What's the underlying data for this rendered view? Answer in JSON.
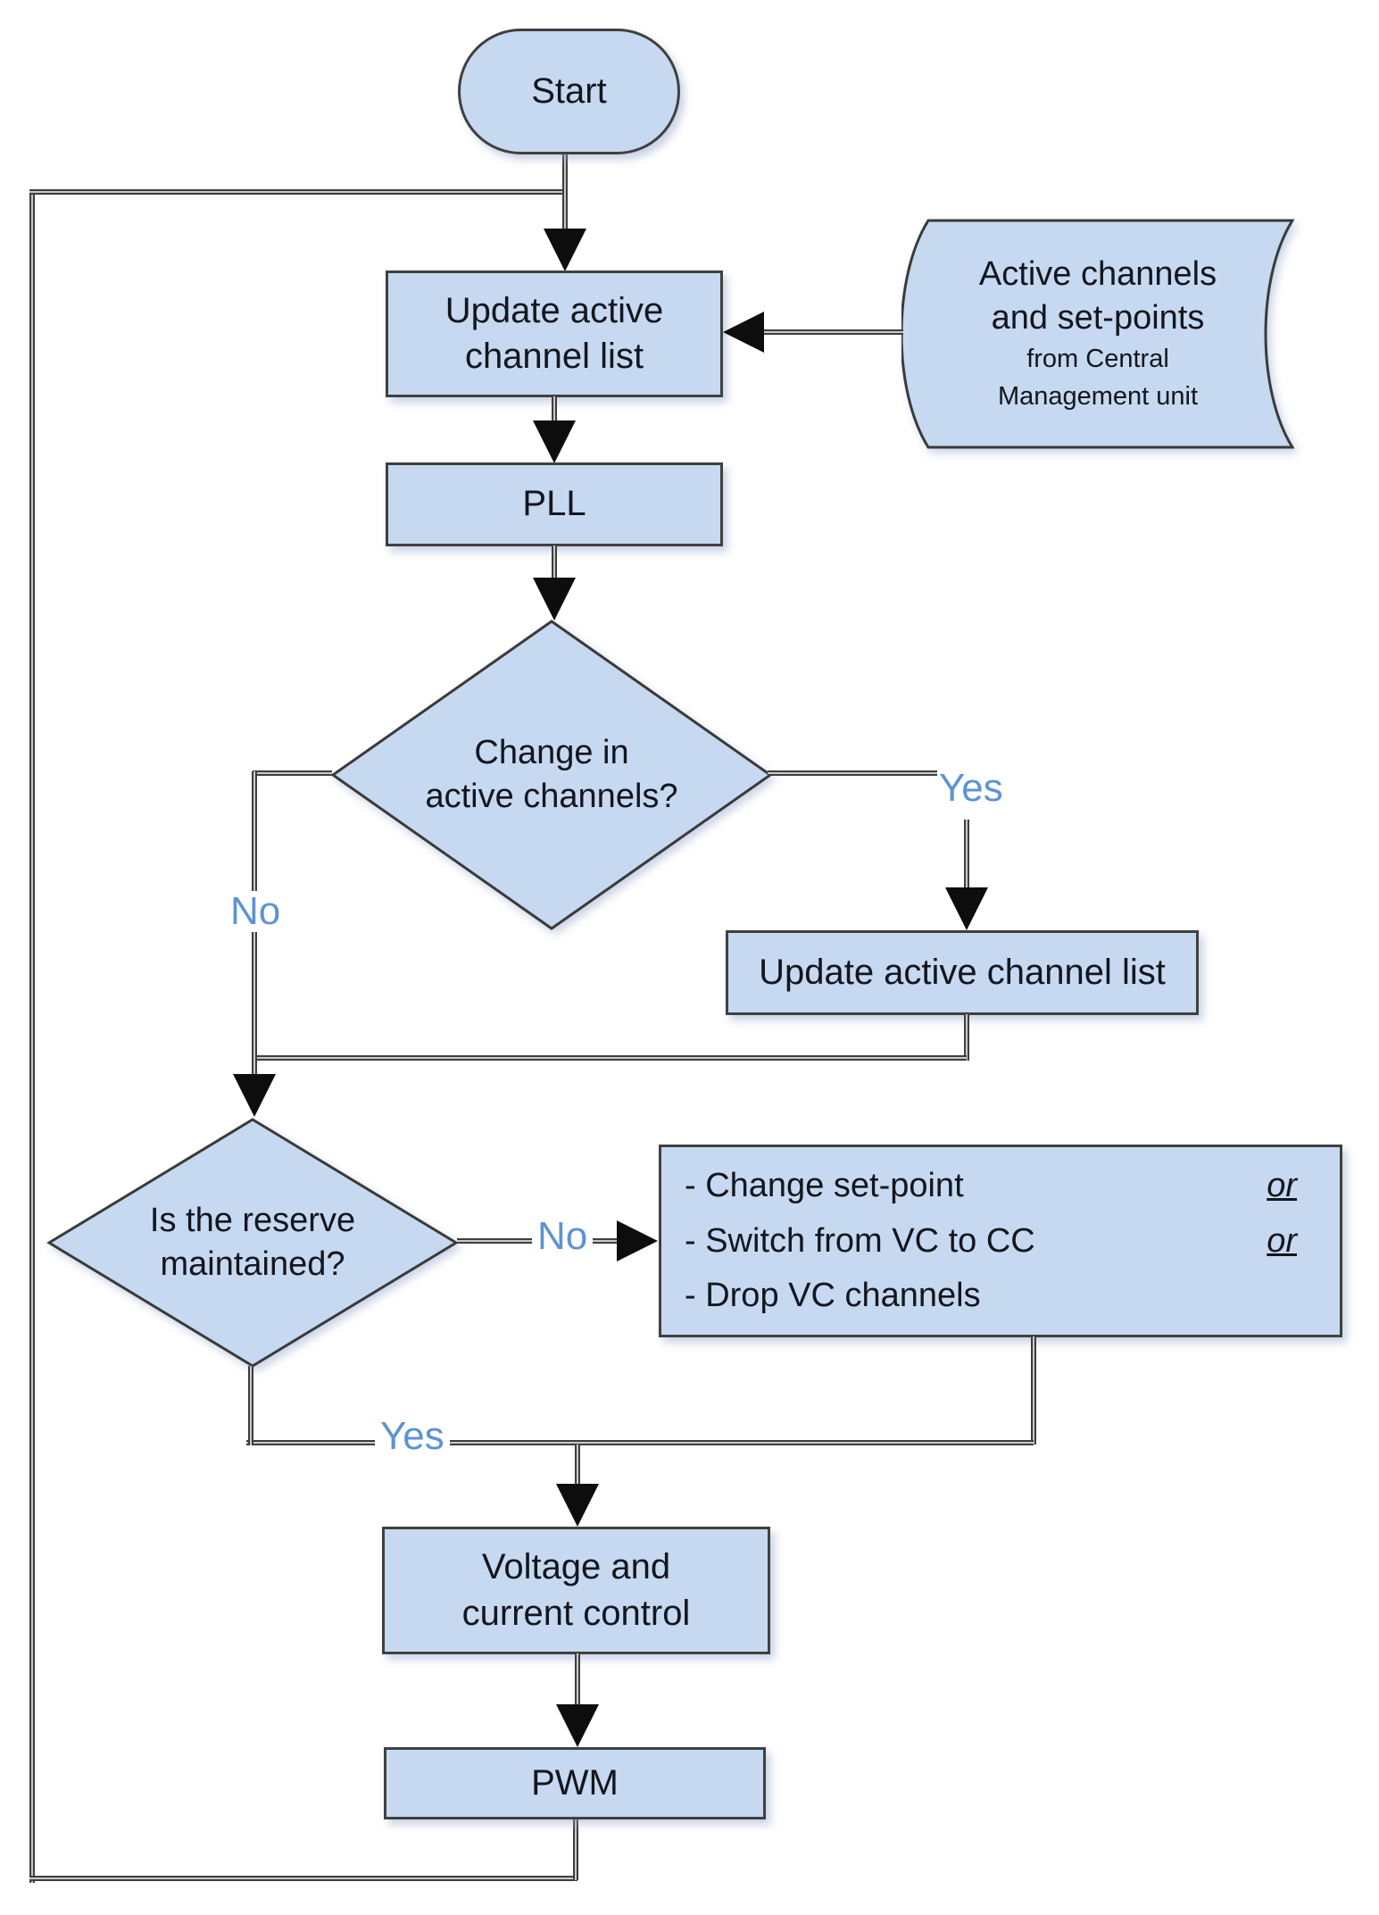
{
  "diagram": {
    "type": "flowchart",
    "colors": {
      "node_fill": "#c6d9f0",
      "node_border": "#404040",
      "connector": "#3e3e3e",
      "arrow": "#0d0d0d",
      "text": "#13161f",
      "branch_label": "#5e93d2"
    },
    "nodes": {
      "start": {
        "label": "Start"
      },
      "update_channel_list": {
        "line1": "Update active",
        "line2": "channel list"
      },
      "pll": {
        "label": "PLL"
      },
      "central_data": {
        "line1": "Active channels",
        "line2": "and set-points",
        "line3": "from Central",
        "line4": "Management unit"
      },
      "change_in_channels": {
        "line1": "Change in",
        "line2": "active channels?"
      },
      "update_channel_list2": {
        "label": "Update active channel list"
      },
      "reserve_maintained": {
        "line1": "Is the reserve",
        "line2": "maintained?"
      },
      "reserve_actions": {
        "item1": "- Change set-point",
        "item1_suffix": "or",
        "item2": "- Switch from VC to CC",
        "item2_suffix": "or",
        "item3": "- Drop VC channels"
      },
      "voltage_current_control": {
        "line1": "Voltage and",
        "line2": "current control"
      },
      "pwm": {
        "label": "PWM"
      }
    },
    "labels": {
      "yes1": "Yes",
      "no1": "No",
      "no2": "No",
      "yes2": "Yes"
    }
  }
}
